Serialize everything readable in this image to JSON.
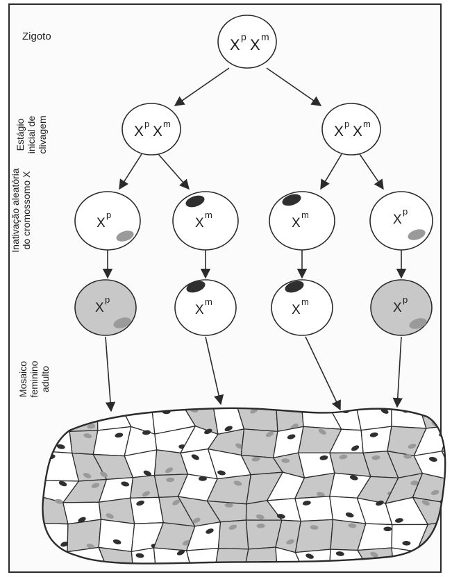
{
  "labels": {
    "zygote": "Zigoto",
    "cleavage_line1": "Estágio",
    "cleavage_line2": "inicial de",
    "cleavage_line3": "clivagem",
    "inactivation_line1": "Inativação aleatória",
    "inactivation_line2": "do cromossomo X",
    "mosaic_line1": "Mosaico",
    "mosaic_line2": "feminino",
    "mosaic_line3": "adulto"
  },
  "cells": {
    "zygote": {
      "a": "X",
      "a_sup": "p",
      "b": "X",
      "b_sup": "m"
    },
    "cleavage_left": {
      "a": "X",
      "a_sup": "p",
      "b": "X",
      "b_sup": "m"
    },
    "cleavage_right": {
      "a": "X",
      "a_sup": "p",
      "b": "X",
      "b_sup": "m"
    },
    "inact_1": {
      "a": "X",
      "a_sup": "p"
    },
    "inact_2": {
      "a": "X",
      "a_sup": "m"
    },
    "inact_3": {
      "a": "X",
      "a_sup": "m"
    },
    "inact_4": {
      "a": "X",
      "a_sup": "p"
    },
    "adult_1": {
      "a": "X",
      "a_sup": "p"
    },
    "adult_2": {
      "a": "X",
      "a_sup": "m"
    },
    "adult_3": {
      "a": "X",
      "a_sup": "m"
    },
    "adult_4": {
      "a": "X",
      "a_sup": "p"
    }
  },
  "colors": {
    "line": "#2b2b2b",
    "paternal_shade": "#c8c8c8",
    "paternal_body": "#9a9a9a",
    "maternal_body": "#2f2f2f",
    "white_cell": "#ffffff"
  }
}
